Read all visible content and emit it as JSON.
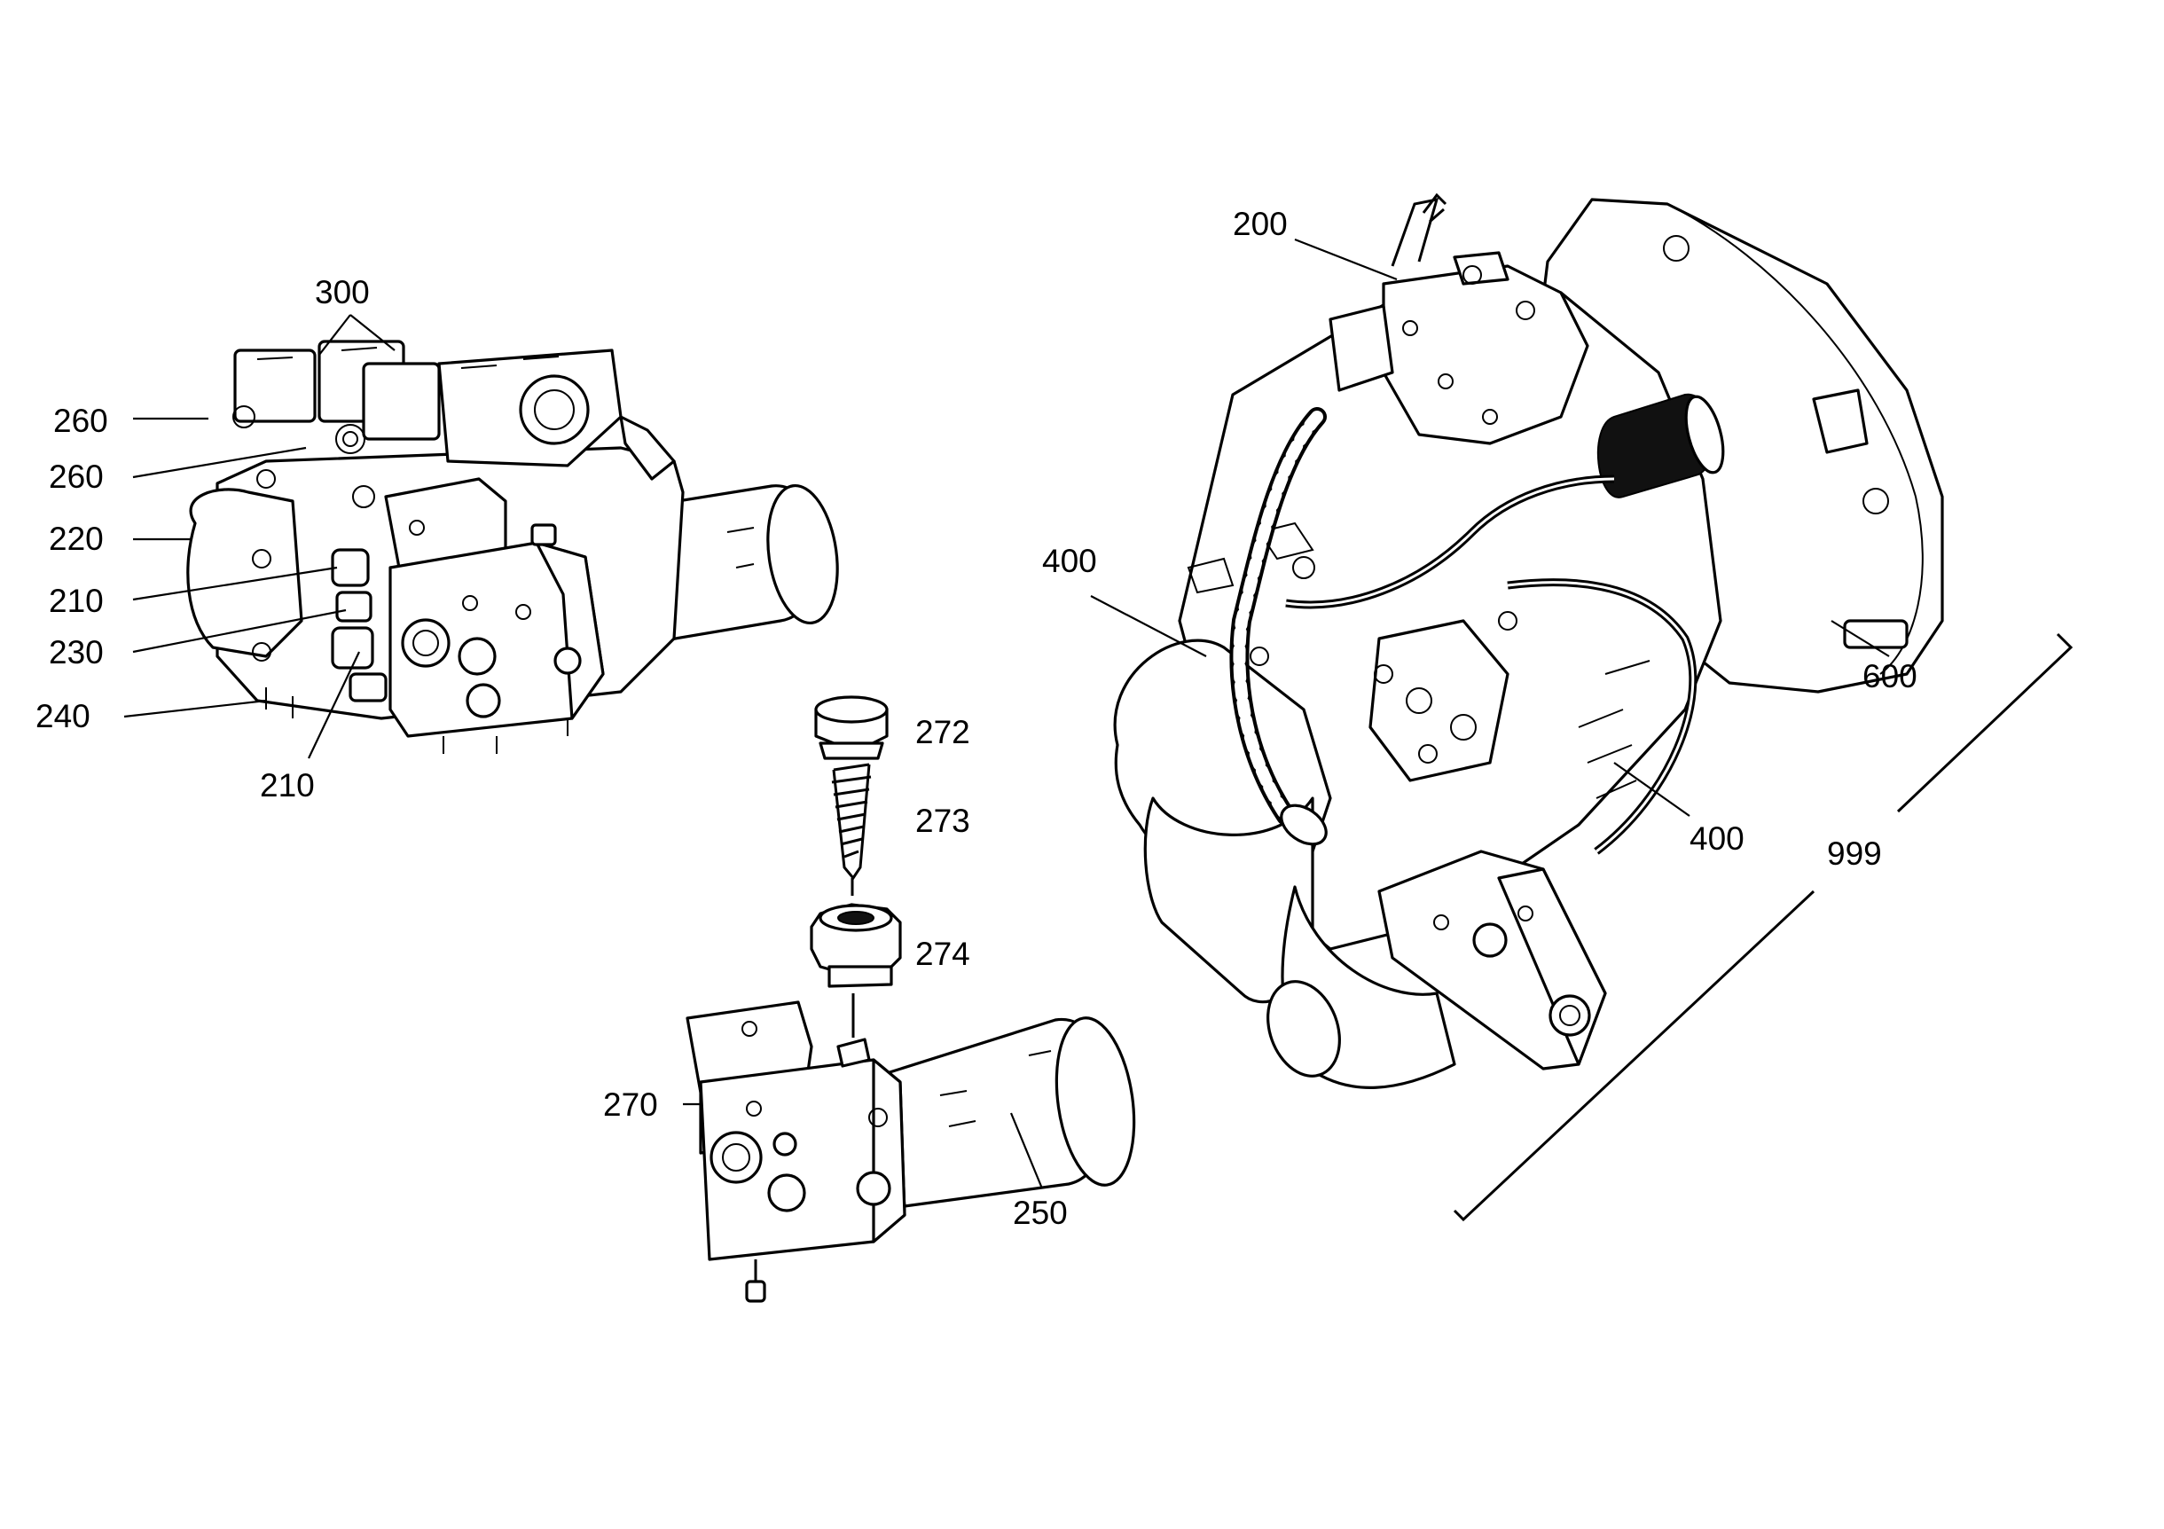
{
  "drawing": {
    "callouts": {
      "c200": "200",
      "c210a": "210",
      "c210b": "210",
      "c220": "220",
      "c230": "230",
      "c240": "240",
      "c250": "250",
      "c260a": "260",
      "c260b": "260",
      "c270": "270",
      "c272": "272",
      "c273": "273",
      "c274": "274",
      "c300": "300",
      "c400a": "400",
      "c400b": "400",
      "c600": "600",
      "c999": "999"
    }
  }
}
